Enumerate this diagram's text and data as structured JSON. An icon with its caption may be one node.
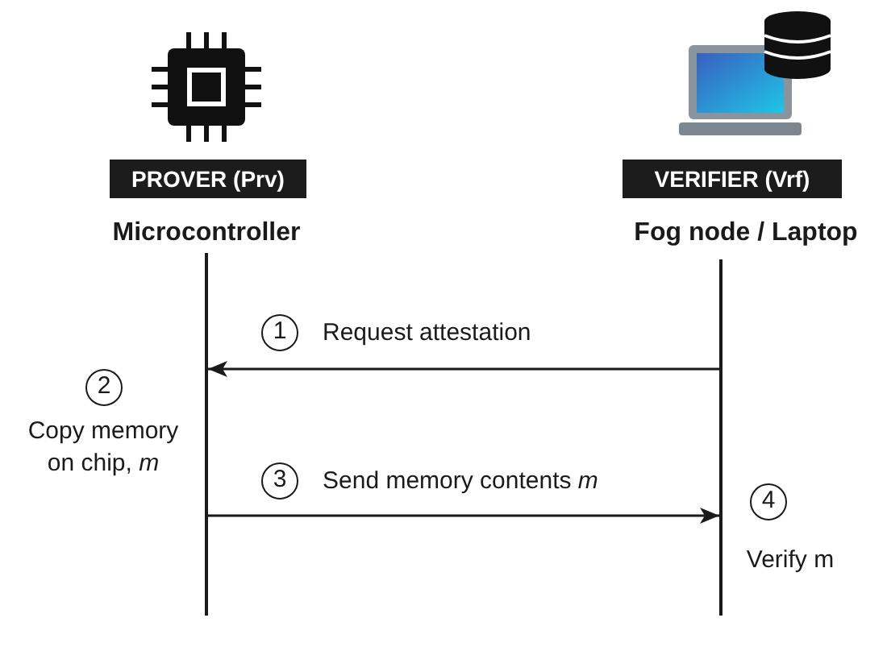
{
  "diagram": {
    "nodes": [
      {
        "text": [
          "PROVER (Prv)"
        ],
        "beside": [
          "Microcontroller"
        ]
      },
      {
        "text": [
          "VERIFIER (Vrf)"
        ],
        "beside": [
          "Fog node / Laptop"
        ]
      },
      {
        "text": [],
        "shape": "bar"
      },
      {
        "text": [],
        "shape": "bar"
      },
      {
        "text": [
          "1"
        ]
      },
      {
        "text": [
          "2"
        ],
        "beside": [
          "Copy memory on chip, *m*"
        ]
      },
      {
        "text": [
          "3"
        ]
      },
      {
        "text": [
          "4"
        ],
        "beside": [
          "Verify m"
        ]
      }
    ],
    "edges": [
      {
        "from": 3,
        "to": 2,
        "arrow": "to",
        "label": "Request attestation"
      },
      {
        "from": 2,
        "to": 3,
        "arrow": "to",
        "label": "Send memory contents *m*"
      }
    ]
  }
}
